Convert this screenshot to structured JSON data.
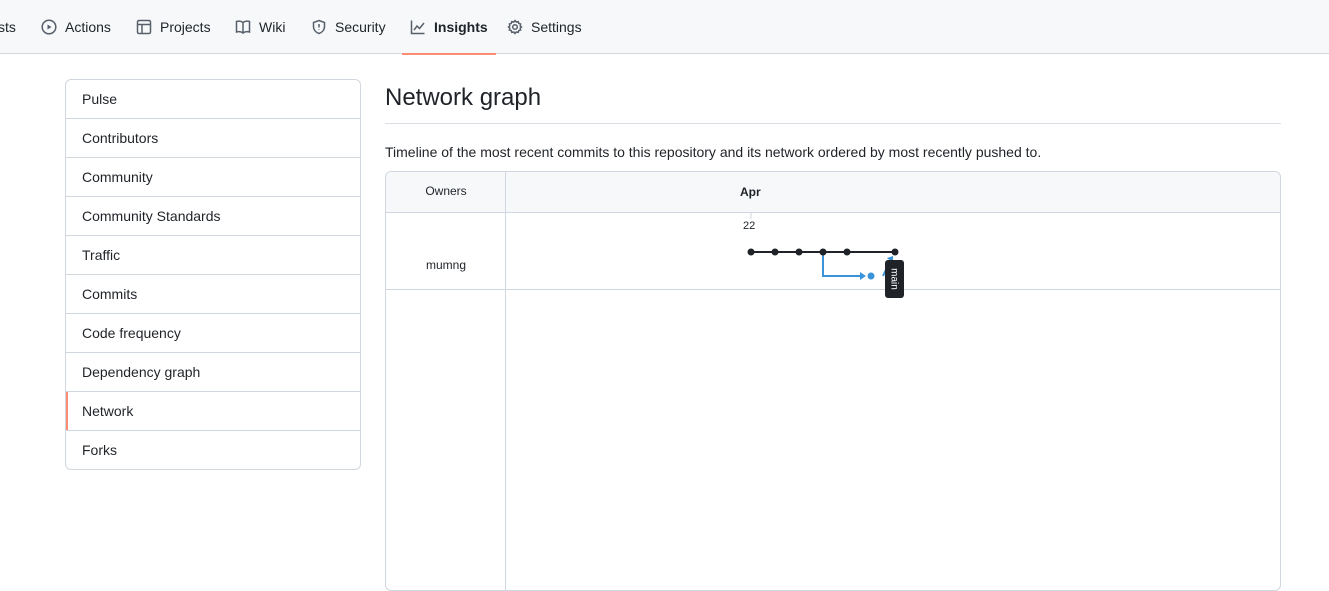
{
  "topnav": {
    "tabs": [
      {
        "label": "sts",
        "icon": "pull-requests-icon"
      },
      {
        "label": "Actions",
        "icon": "play-icon"
      },
      {
        "label": "Projects",
        "icon": "table-icon"
      },
      {
        "label": "Wiki",
        "icon": "book-icon"
      },
      {
        "label": "Security",
        "icon": "shield-icon"
      },
      {
        "label": "Insights",
        "icon": "graph-icon",
        "active": true
      },
      {
        "label": "Settings",
        "icon": "gear-icon"
      }
    ]
  },
  "sidebar": {
    "items": [
      {
        "label": "Pulse"
      },
      {
        "label": "Contributors"
      },
      {
        "label": "Community"
      },
      {
        "label": "Community Standards"
      },
      {
        "label": "Traffic"
      },
      {
        "label": "Commits"
      },
      {
        "label": "Code frequency"
      },
      {
        "label": "Dependency graph"
      },
      {
        "label": "Network",
        "selected": true
      },
      {
        "label": "Forks"
      }
    ]
  },
  "main": {
    "title": "Network graph",
    "description": "Timeline of the most recent commits to this repository and its network ordered by most recently pushed to."
  },
  "network": {
    "owners_header": "Owners",
    "month": "Apr",
    "day": "22",
    "owner": "mumng",
    "branch_label": "main",
    "colors": {
      "main": "#1f2328",
      "fork": "#3b94d9",
      "accent": "#fd8c73"
    }
  }
}
